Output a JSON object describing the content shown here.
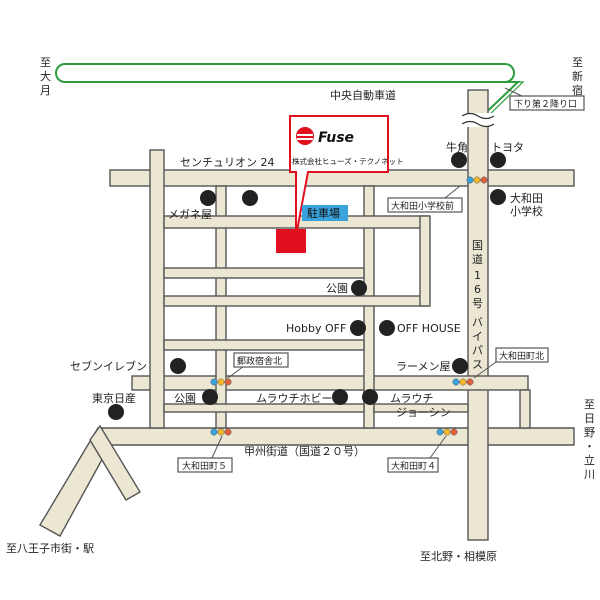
{
  "map": {
    "expressway": {
      "name": "中央自動車道",
      "west_direction": [
        "至",
        "大",
        "月"
      ],
      "east_direction": [
        "至",
        "新",
        "宿"
      ],
      "exit_label": "下り第２降り口"
    },
    "company": {
      "brand": "Fuse",
      "name": "株式会社ヒューズ・テクノネット"
    },
    "parking_label": "駐車場",
    "landmarks": {
      "century21": "センチュリオン 24",
      "gyukaku": "牛角",
      "toyota": "トヨタ",
      "megane": "メガネ屋",
      "yamato_elementary": [
        "大和田",
        "小学校"
      ],
      "park1": "公園",
      "hobby_off": "Hobby OFF",
      "off_house": "OFF HOUSE",
      "seven_eleven": "セブンイレブン",
      "ramen": "ラーメン屋",
      "tokyo_nissan": "東京日産",
      "park2": "公園",
      "murauchi_hobby": "ムラウチホビー",
      "murauchi_vision": [
        "ムラウチ",
        "ジョーシン"
      ]
    },
    "intersections": {
      "yamato_school_front": "大和田小学校前",
      "post_office_north": "郵政宿舎北",
      "yamatocho_north": "大和田町北",
      "yamatocho5": "大和田町５",
      "yamatocho4": "大和田町４"
    },
    "roads": {
      "route16": [
        "国",
        "道",
        "1",
        "6",
        "号"
      ],
      "bypass": [
        "バ",
        "イ",
        "パ",
        "ス"
      ],
      "koshu": "甲州街道（国道２０号）"
    },
    "directions": {
      "hachioji": "至八王子市街・駅",
      "kitano": "至北野・相模原",
      "hino": [
        "至",
        "日",
        "野",
        "・",
        "立",
        "川"
      ]
    }
  }
}
